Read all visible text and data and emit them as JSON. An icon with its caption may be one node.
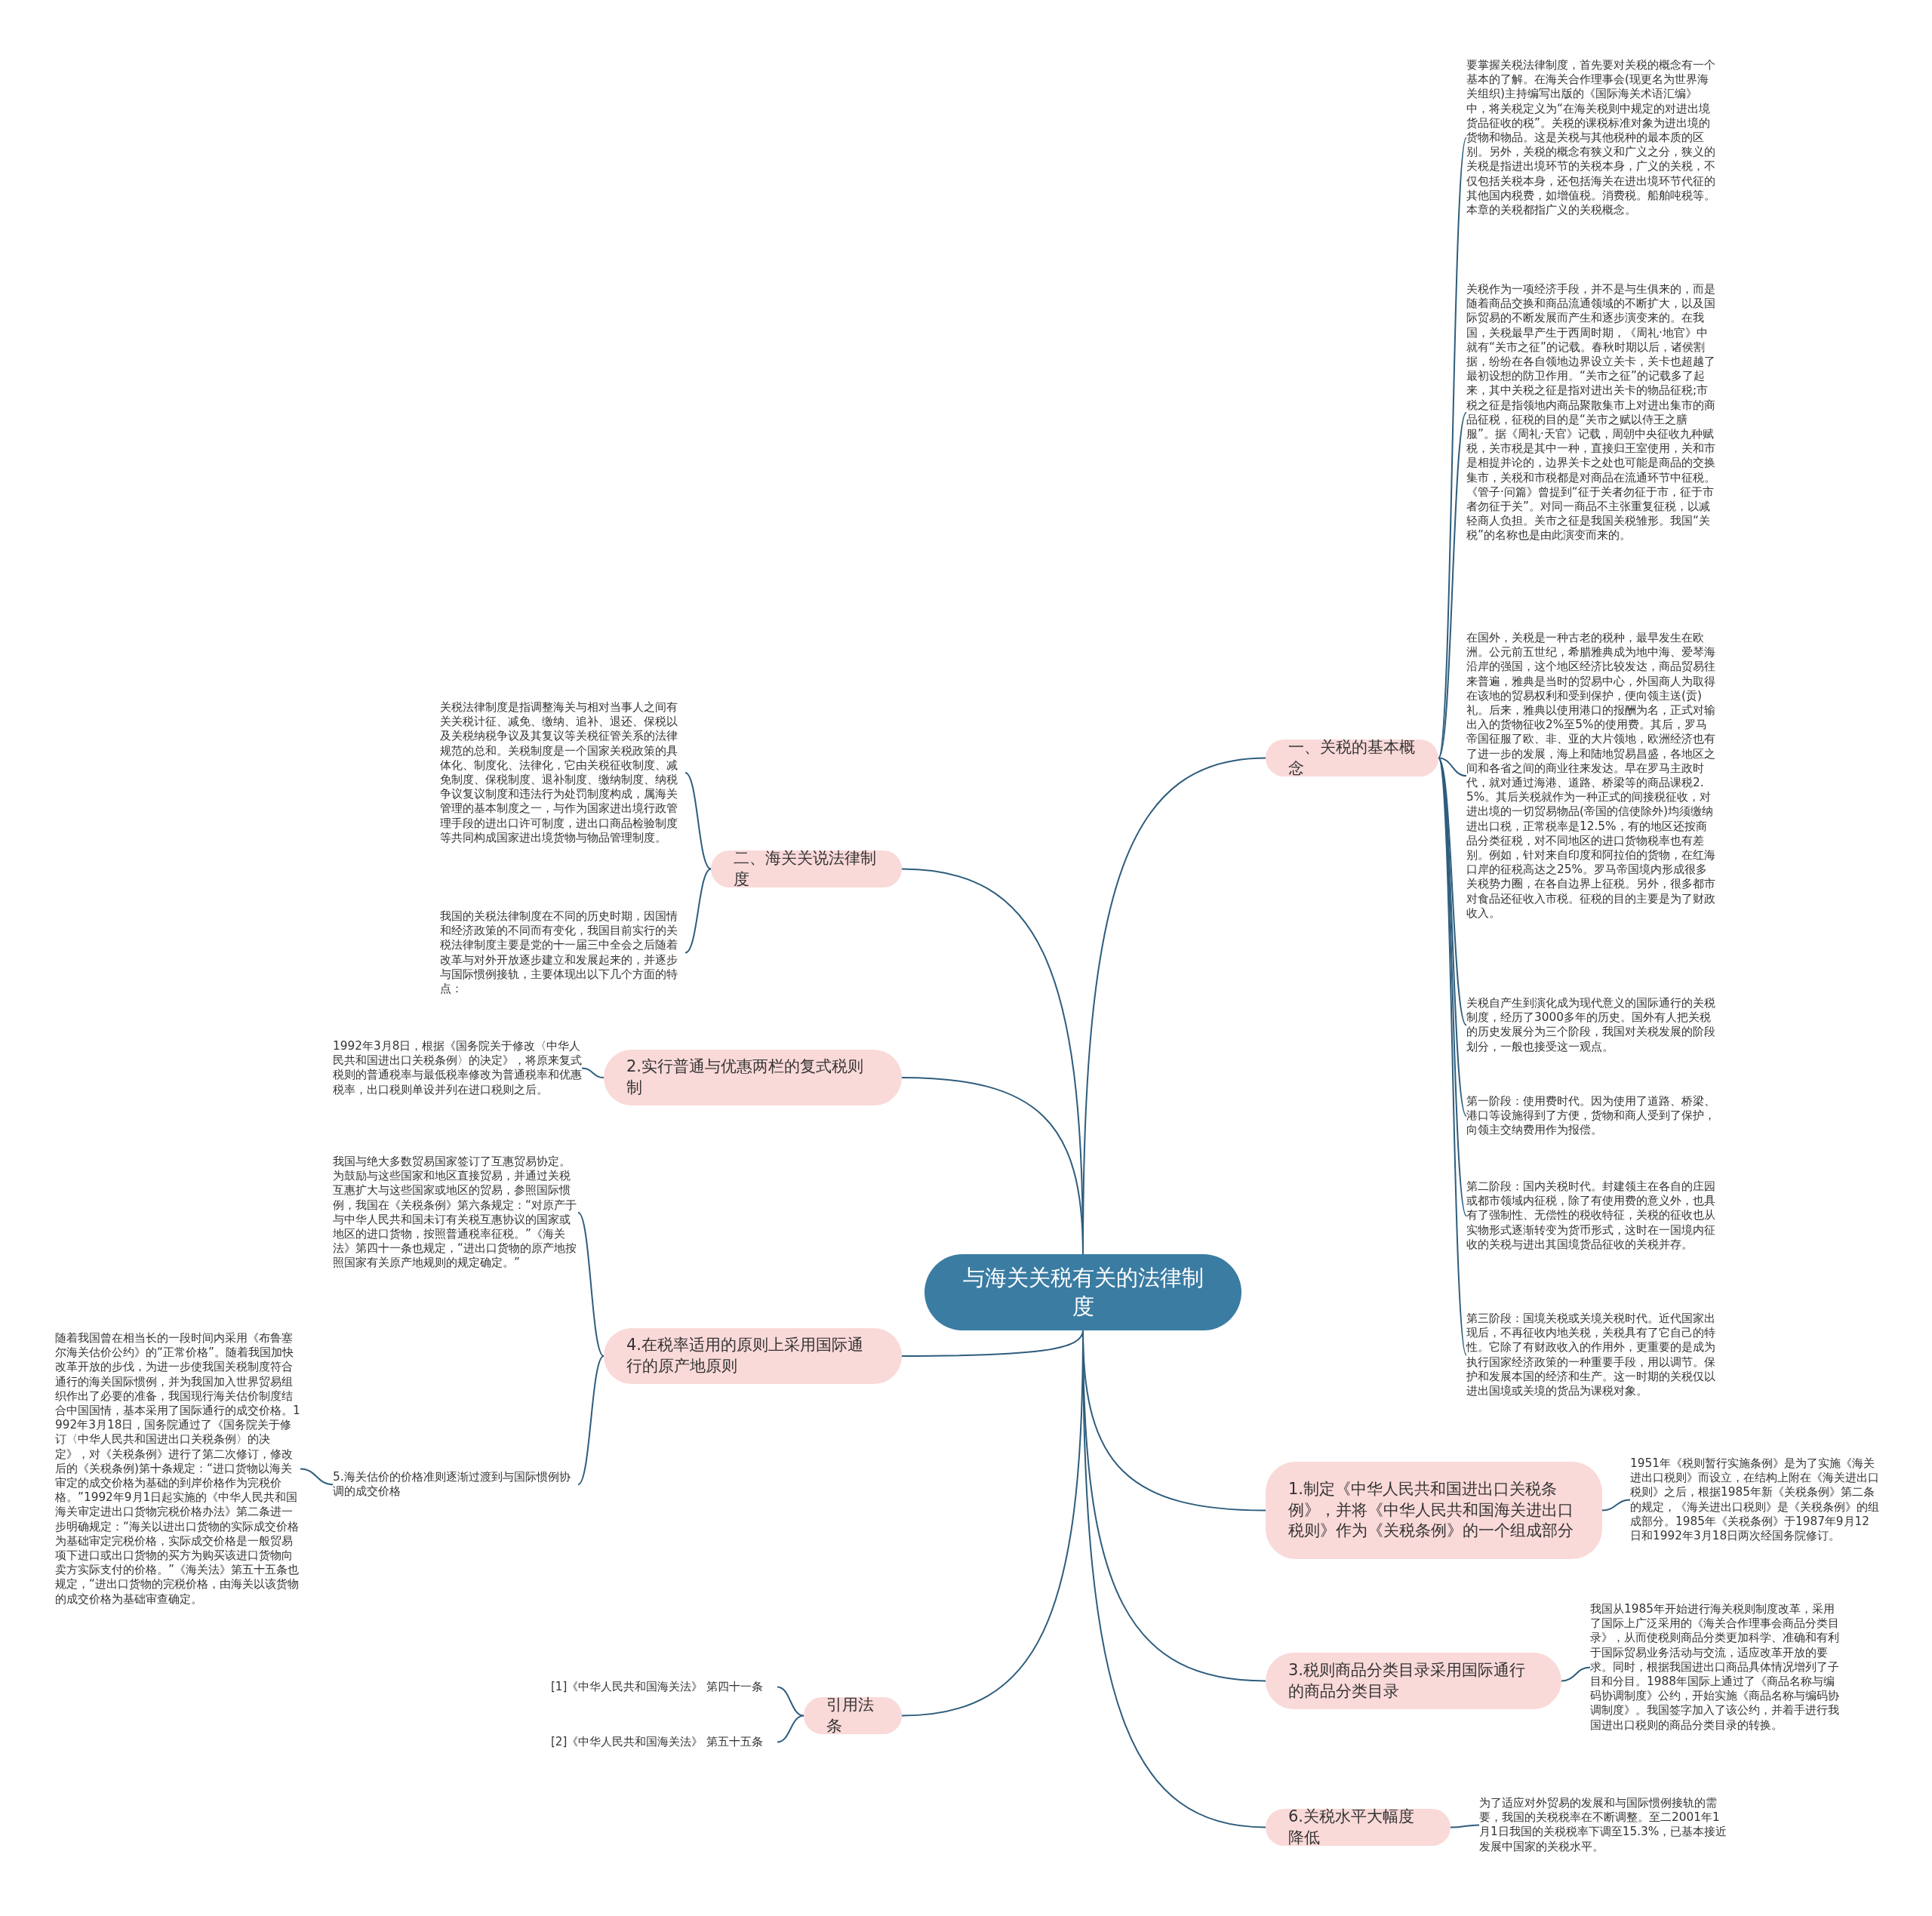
{
  "diagram": {
    "nodes": [
      {
        "text": [
          "与海关关税有关的法律制度"
        ]
      },
      {
        "text": [
          "一、关税的基本概念"
        ]
      },
      {
        "text": [
          "要掌握关税法律制度，首先要对关税的概念有一个基本的了解。在海关合作理事会(现更名为世界海关组织)主持编写出版的《国际海关术语汇编》中，将关税定义为“在海关税则中规定的对进出境货品征收的税”。关税的课税标准对象为进出境的货物和物品。这是关税与其他税种的最本质的区别。另外，关税的概念有狭义和广义之分，狭义的关税是指进出境环节的关税本身，广义的关税，不仅包括关税本身，还包括海关在进出境环节代征的其他国内税费，如增值税。消费税。船舶吨税等。本章的关税都指广义的关税概念。"
        ]
      },
      {
        "text": [
          "关税作为一项经济手段，并不是与生俱来的，而是随着商品交换和商品流通领域的不断扩大，以及国际贸易的不断发展而产生和逐步演变来的。在我国，关税最早产生于西周时期，《周礼·地官》中就有“关市之征”的记载。春秋时期以后，诸侯割据，纷纷在各自领地边界设立关卡，关卡也超越了最初设想的防卫作用。“关市之征”的记载多了起来，其中关税之征是指对进出关卡的物品征税;市税之征是指领地内商品聚散集市上对进出集市的商品征税，征税的目的是“关市之赋以侍王之膳服”。据《周礼·天官》记载，周朝中央征收九种赋税，关市税是其中一种，直接归王室使用，关和市是相提并论的，边界关卡之处也可能是商品的交换集市，关税和市税都是对商品在流通环节中征税。《管子·问篇》曾提到“征于关者勿征于市，征于市者勿征于关”。对同一商品不主张重复征税，以减轻商人负担。关市之征是我国关税雏形。我国“关税”的名称也是由此演变而来的。"
        ]
      },
      {
        "text": [
          "在国外，关税是一种古老的税种，最早发生在欧洲。公元前五世纪，希腊雅典成为地中海、爱琴海沿岸的强国，这个地区经济比较发达，商品贸易往来普遍，雅典是当时的贸易中心，外国商人为取得在该地的贸易权利和受到保护，便向领主送(贡)礼。后来，雅典以使用港口的报酬为名，正式对输出入的货物征收2%至5%的使用费。其后，罗马帝国征服了欧、非、亚的大片领地，欧洲经济也有了进一步的发展，海上和陆地贸易昌盛，各地区之间和各省之间的商业往来发达。早在罗马主政时代，就对通过海港、道路、桥梁等的商品课税2.5%。其后关税就作为一种正式的间接税征收，对进出境的一切贸易物品(帝国的信使除外)均须缴纳进出口税，正常税率是12.5%，有的地区还按商品分类征税，对不同地区的进口货物税率也有差别。例如，针对来自印度和阿拉伯的货物，在红海口岸的征税高达之25%。罗马帝国境内形成很多关税势力圈，在各自边界上征税。另外，很多都市对食品还征收入市税。征税的目的主要是为了财政收入。"
        ]
      },
      {
        "text": [
          "关税自产生到演化成为现代意义的国际通行的关税制度，经历了3000多年的历史。国外有人把关税的历史发展分为三个阶段，我国对关税发展的阶段划分，一般也接受这一观点。"
        ]
      },
      {
        "text": [
          "第一阶段：使用费时代。因为使用了道路、桥梁、港口等设施得到了方便，货物和商人受到了保护，向领主交纳费用作为报偿。"
        ]
      },
      {
        "text": [
          "第二阶段：国内关税时代。封建领主在各自的庄园或都市领域内征税，除了有使用费的意义外，也具有了强制性、无偿性的税收特征，关税的征收也从实物形式逐渐转变为货币形式，这时在一国境内征收的关税与进出其国境货品征收的关税并存。"
        ]
      },
      {
        "text": [
          "第三阶段：国境关税或关境关税时代。近代国家出现后，不再征收内地关税，关税具有了它自己的特性。它除了有财政收入的作用外，更重要的是成为执行国家经济政策的一种重要手段，用以调节。保护和发展本国的经济和生产。这一时期的关税仅以进出国境或关境的货品为课税对象。"
        ]
      },
      {
        "text": [
          "二、海关关说法律制度"
        ]
      },
      {
        "text": [
          "关税法律制度是指调整海关与相对当事人之间有关关税计征、减免、缴纳、追补、退还、保税以及关税纳税争议及其复议等关税征管关系的法律规范的总和。关税制度是一个国家关税政策的具体化、制度化、法律化，它由关税征收制度、减免制度、保税制度、退补制度、缴纳制度、纳税争议复议制度和违法行为处罚制度构成，属海关管理的基本制度之一，与作为国家进出境行政管理手段的进出口许可制度，进出口商品检验制度等共同构成国家进出境货物与物品管理制度。"
        ]
      },
      {
        "text": [
          "我国的关税法律制度在不同的历史时期，因国情和经济政策的不同而有变化，我国目前实行的关税法律制度主要是党的十一届三中全会之后随着改革与对外开放逐步建立和发展起来的，并逐步与国际惯例接轨，主要体现出以下几个方面的特点："
        ]
      },
      {
        "text": [
          "2.实行普通与优惠两栏的复式税则制"
        ]
      },
      {
        "text": [
          "1992年3月8日，根据《国务院关于修改〈中华人民共和国进出口关税条例〉的决定》，将原来复式税则的普通税率与最低税率修改为普通税率和优惠税率，出口税则单设并列在进口税则之后。"
        ]
      },
      {
        "text": [
          "4.在税率适用的原则上采用国际通行的原产地原则"
        ]
      },
      {
        "text": [
          "我国与绝大多数贸易国家签订了互惠贸易协定。为鼓励与这些国家和地区直接贸易，并通过关税互惠扩大与这些国家或地区的贸易，参照国际惯例，我国在《关税条例》第六条规定：“对原产于与中华人民共和国未订有关税互惠协议的国家或地区的进口货物，按照普通税率征税。”《海关法》第四十一条也规定，“进出口货物的原产地按照国家有关原产地规则的规定确定。”"
        ]
      },
      {
        "text": [
          "5.海关估价的价格准则逐渐过渡到与国际惯例协调的成交价格"
        ]
      },
      {
        "text": [
          "随着我国曾在相当长的一段时间内采用《布鲁塞尔海关估价公约》的“正常价格”。随着我国加快改革开放的步伐，为进一步使我国关税制度符合通行的海关国际惯例，并为我国加入世界贸易组织作出了必要的准备，我国现行海关估价制度结合中国国情，基本采用了国际通行的成交价格。1992年3月18日，国务院通过了《国务院关于修订〈中华人民共和国进出口关税条例〉的决定》，对《关税条例》进行了第二次修订，修改后的《关税条例)第十条规定：“进口货物以海关审定的成交价格为基础的到岸价格作为完税价格。”1992年9月1日起实施的《中华人民共和国海关审定进出口货物完税价格办法》第二条进一步明确规定：“海关以进出口货物的实际成交价格为基础审定完税价格，实际成交价格是一般贸易项下进口或出口货物的买方为购买该进口货物向卖方实际支付的价格。”《海关法》第五十五条也规定，“进出口货物的完税价格，由海关以该货物的成交价格为基础审查确定。"
        ]
      },
      {
        "text": [
          "引用法条"
        ]
      },
      {
        "text": [
          "[1]《中华人民共和国海关法》 第四十一条"
        ]
      },
      {
        "text": [
          "[2]《中华人民共和国海关法》 第五十五条"
        ]
      },
      {
        "text": [
          "1.制定《中华人民共和国进出口关税条例》，并将《中华人民共和国海关进出口税则》作为《关税条例》的一个组成部分"
        ]
      },
      {
        "text": [
          "1951年《税则暂行实施条例》是为了实施《海关进出口税则》而设立，在结构上附在《海关进出口税则》之后，根据1985年新《关税条例》第二条的规定，《海关进出口税则》是《关税条例》的组成部分。1985年《关税条例》于1987年9月12日和1992年3月18日两次经国务院修订。"
        ]
      },
      {
        "text": [
          "3.税则商品分类目录采用国际通行的商品分类目录"
        ]
      },
      {
        "text": [
          "我国从1985年开始进行海关税则制度改革，采用了国际上广泛采用的《海关合作理事会商品分类目录》，从而使税则商品分类更加科学、准确和有利于国际贸易业务活动与交流，适应改革开放的要求。同时，根据我国进出口商品具体情况增列了子目和分目。1988年国际上通过了《商品名称与编码协调制度》公约，开始实施《商品名称与编码协调制度》。我国签字加入了该公约，并着手进行我国进出口税则的商品分类目录的转换。"
        ]
      },
      {
        "text": [
          "6.关税水平大幅度降低"
        ]
      },
      {
        "text": [
          "为了适应对外贸易的发展和与国际惯例接轨的需要，我国的关税税率在不断调整。至二2001年1月1日我国的关税税率下调至15.3%，已基本接近发展中国家的关税水平。"
        ]
      }
    ],
    "edges": [
      {
        "from": 0,
        "to": 1,
        "arrow": "none"
      },
      {
        "from": 1,
        "to": 2,
        "arrow": "none"
      },
      {
        "from": 1,
        "to": 3,
        "arrow": "none"
      },
      {
        "from": 1,
        "to": 4,
        "arrow": "none"
      },
      {
        "from": 1,
        "to": 5,
        "arrow": "none"
      },
      {
        "from": 1,
        "to": 6,
        "arrow": "none"
      },
      {
        "from": 1,
        "to": 7,
        "arrow": "none"
      },
      {
        "from": 1,
        "to": 8,
        "arrow": "none"
      },
      {
        "from": 0,
        "to": 9,
        "arrow": "none"
      },
      {
        "from": 9,
        "to": 10,
        "arrow": "none"
      },
      {
        "from": 9,
        "to": 11,
        "arrow": "none"
      },
      {
        "from": 0,
        "to": 12,
        "arrow": "none"
      },
      {
        "from": 12,
        "to": 13,
        "arrow": "none"
      },
      {
        "from": 0,
        "to": 14,
        "arrow": "none"
      },
      {
        "from": 14,
        "to": 15,
        "arrow": "none"
      },
      {
        "from": 14,
        "to": 16,
        "arrow": "none"
      },
      {
        "from": 16,
        "to": 17,
        "arrow": "none"
      },
      {
        "from": 0,
        "to": 18,
        "arrow": "none"
      },
      {
        "from": 18,
        "to": 19,
        "arrow": "none"
      },
      {
        "from": 18,
        "to": 20,
        "arrow": "none"
      },
      {
        "from": 0,
        "to": 21,
        "arrow": "none"
      },
      {
        "from": 21,
        "to": 22,
        "arrow": "none"
      },
      {
        "from": 0,
        "to": 23,
        "arrow": "none"
      },
      {
        "from": 23,
        "to": 24,
        "arrow": "none"
      },
      {
        "from": 0,
        "to": 25,
        "arrow": "none"
      },
      {
        "from": 25,
        "to": 26,
        "arrow": "none"
      }
    ]
  }
}
